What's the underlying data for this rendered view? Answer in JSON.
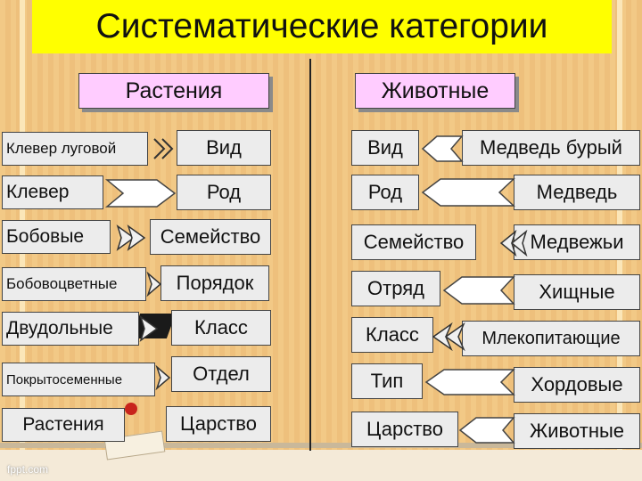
{
  "title": "Систематические категории",
  "headers": {
    "plants": "Растения",
    "animals": "Животные"
  },
  "plants": {
    "examples": [
      "Клевер луговой",
      "Клевер",
      "Бобовые",
      "Бобовоцветные",
      "Двудольные",
      "Покрытосеменные",
      "Растения"
    ],
    "ranks": [
      "Вид",
      "Род",
      "Семейство",
      "Порядок",
      "Класс",
      "Отдел",
      "Царство"
    ]
  },
  "animals": {
    "ranks": [
      "Вид",
      "Род",
      "Семейство",
      "Отряд",
      "Класс",
      "Тип",
      "Царство"
    ],
    "examples": [
      "Медведь бурый",
      "Медведь",
      "Медвежьи",
      "Хищные",
      "Млекопитающие",
      "Хордовые",
      "Животные"
    ]
  },
  "watermark": "fppt.com",
  "colors": {
    "title_bg": "#ffff00",
    "header_bg": "#ffccff",
    "box_bg": "#ececec",
    "background": "#f2c986"
  }
}
